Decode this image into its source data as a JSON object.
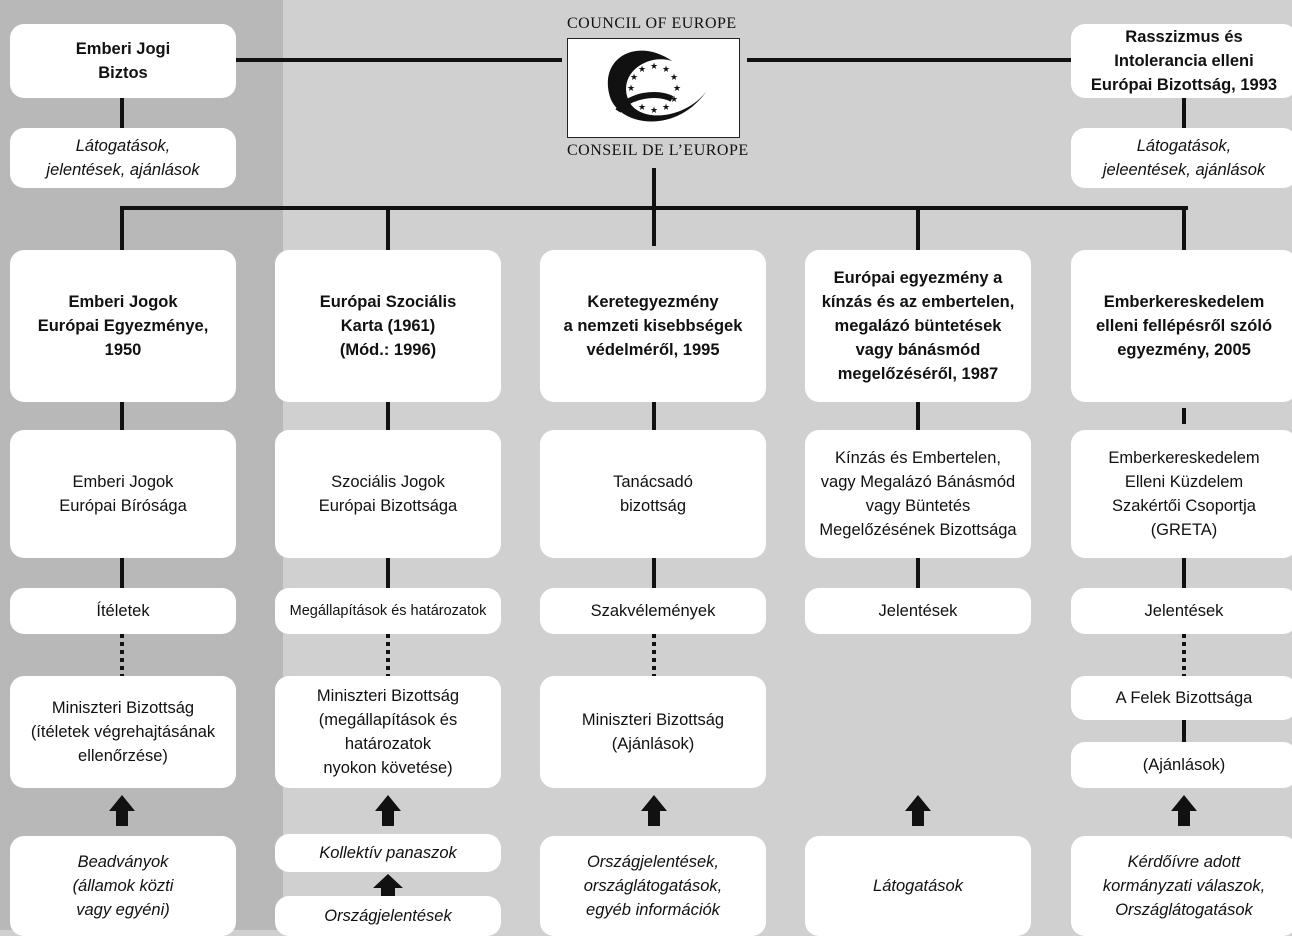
{
  "header": {
    "council_top": "COUNCIL OF EUROPE",
    "council_bottom": "CONSEIL DE L’EUROPE"
  },
  "left_top": {
    "title": "Emberi Jogi\nBiztos",
    "detail": "Látogatások,\njelentések, ajánlások"
  },
  "right_top": {
    "title": "Rasszizmus és\nIntolerancia elleni\nEurópai Bizottság, 1993",
    "detail": "Látogatások,\njeleentések, ajánlások"
  },
  "columns": [
    {
      "convention": "Emberi Jogok\nEurópai Egyezménye,\n1950",
      "body": "Emberi Jogok\nEurópai Bírósága",
      "output": "Ítéletek",
      "supervision": "Miniszteri Bizottság\n(ítéletek végrehajtásának\nellenőrzése)",
      "input": "Beadványok\n(államok közti\nvagy egyéni)"
    },
    {
      "convention": "Európai Szociális\nKarta (1961)\n(Mód.: 1996)",
      "body": "Szociális Jogok\nEurópai Bizottsága",
      "output": "Megállapítások és határozatok",
      "supervision": "Miniszteri Bizottság\n(megállapítások és\nhatározatok\nnyokon követése)",
      "input": "Kollektív panaszok",
      "input2": "Országjelentések"
    },
    {
      "convention": "Keretegyezmény\na nemzeti kisebbségek\nvédelméről, 1995",
      "body": "Tanácsadó\nbizottság",
      "output": "Szakvélemények",
      "supervision": "Miniszteri Bizottság\n(Ajánlások)",
      "input": "Országjelentések,\nországlátogatások,\negyéb információk"
    },
    {
      "convention": "Európai egyezmény a\nkínzás és az embertelen,\nmegalázó büntetések\nvagy bánásmód\nmegelőzéséről, 1987",
      "body": "Kínzás és Embertelen,\nvagy Megalázó Bánásmód\nvagy Büntetés\nMegelőzésének Bizottsága",
      "output": "Jelentések",
      "input": "Látogatások"
    },
    {
      "convention": "Emberkereskedelem\nelleni fellépésről szóló\negyezmény, 2005",
      "body": "Emberkereskedelem\nElleni Küzdelem\nSzakértői Csoportja\n(GRETA)",
      "output": "Jelentések",
      "supervision": "A Felek Bizottsága",
      "supervision2": "(Ajánlások)",
      "input": "Kérdőívre adott\nkormányzati válaszok,\nOrszáglátogatások"
    }
  ]
}
